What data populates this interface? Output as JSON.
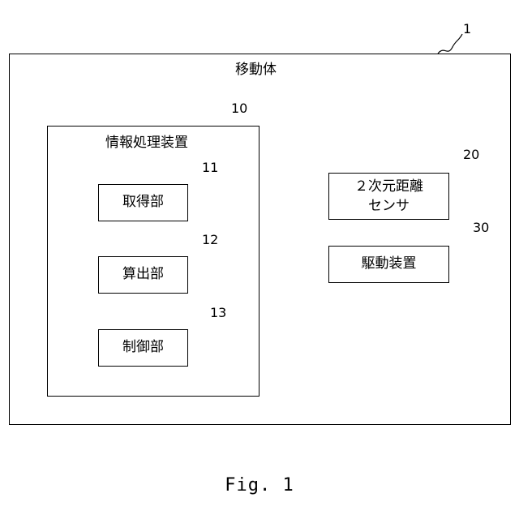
{
  "moving_body": {
    "ref": "1",
    "label": "移動体"
  },
  "info_processor": {
    "ref": "10",
    "label": "情報処理装置"
  },
  "acquisition_unit": {
    "ref": "11",
    "label": "取得部"
  },
  "calculation_unit": {
    "ref": "12",
    "label": "算出部"
  },
  "control_unit": {
    "ref": "13",
    "label": "制御部"
  },
  "sensor": {
    "ref": "20",
    "label_line1": "２次元距離",
    "label_line2": "センサ"
  },
  "drive_device": {
    "ref": "30",
    "label": "駆動装置"
  },
  "figure_caption": "Fig. 1"
}
